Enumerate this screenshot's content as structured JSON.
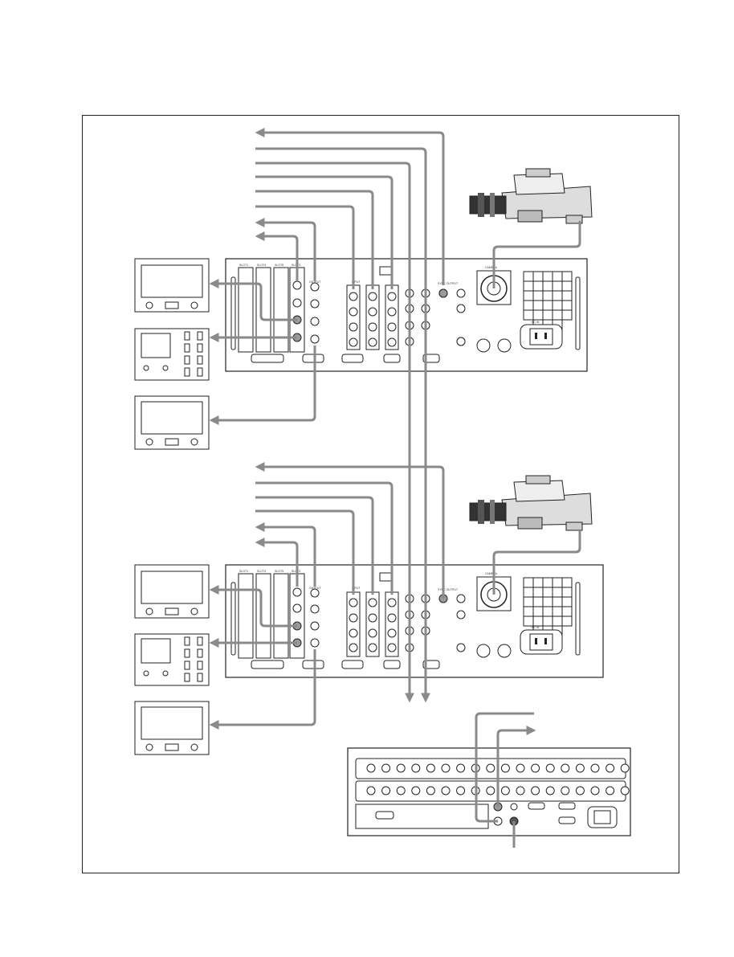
{
  "figure": {
    "cable_color": "#8a8a8a",
    "outline_color": "#222222",
    "connector_fill": "#9a9a9a"
  },
  "ccu_top": {
    "labels": {
      "camera": "CAMERA",
      "slots": [
        "SLOT1",
        "SLOT4",
        "SLOT5",
        "SLOT3"
      ],
      "output": "OUTPUT",
      "input": "INPUT",
      "sync_output": "SYNC OUTPUT",
      "ac_in": "~AC IN"
    }
  },
  "ccu_bottom": {
    "labels": {
      "camera": "CAMERA",
      "slots": [
        "SLOT1",
        "SLOT4",
        "SLOT5",
        "SLOT3"
      ],
      "output": "OUTPUT",
      "input": "INPUT",
      "sync_output": "SYNC OUTPUT",
      "ac_in": "~AC IN"
    }
  },
  "icons": [
    "video-camera-icon",
    "monitor-icon",
    "waveform-monitor-icon",
    "ccu-rack-icon",
    "router-panel-icon",
    "ac-inlet-icon",
    "bnc-connector-icon"
  ]
}
